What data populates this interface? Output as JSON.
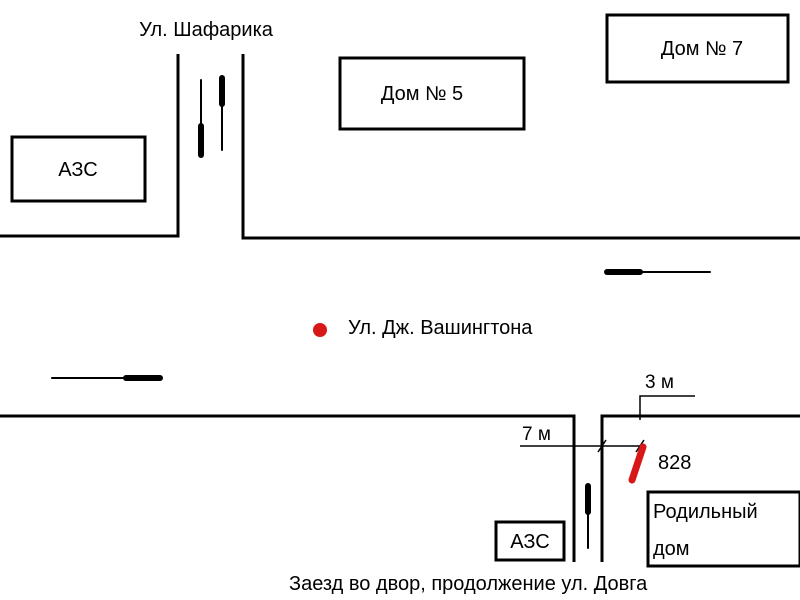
{
  "labels": {
    "street_top": "Ул. Шафарика",
    "house5": "Дом № 5",
    "house7": "Дом № 7",
    "gas_station_top": "АЗС",
    "main_street": "Ул. Дж. Вашингтона",
    "dim_3m": "3 м",
    "dim_7m": "7 м",
    "car_number": "828",
    "maternity_line1": "Родильный",
    "maternity_line2": "дом",
    "gas_station_bottom": "АЗС",
    "driveway_caption": "Заезд во двор, продолжение ул. Довга"
  },
  "colors": {
    "ink": "#000000",
    "marker": "#d81818"
  }
}
